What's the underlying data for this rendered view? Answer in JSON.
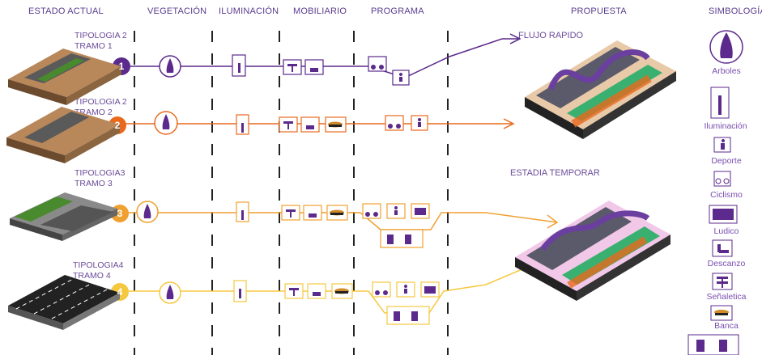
{
  "headers": {
    "estado": "ESTADO ACTUAL",
    "vegetacion": "VEGETACIÓN",
    "iluminacion": "ILUMINACIÓN",
    "mobiliario": "MOBILIARIO",
    "programa": "PROGRAMA",
    "propuesta": "PROPUESTA",
    "simbologia": "SIMBOLOGÍA"
  },
  "rows": [
    {
      "num": "1",
      "label1": "TIPOLOGIA 2",
      "label2": "TRAMO 1",
      "color": "#5b2a8c"
    },
    {
      "num": "2",
      "label1": "TIPOLOGIA 2",
      "label2": "TRAMO 2",
      "color": "#e8691e"
    },
    {
      "num": "3",
      "label1": "TIPOLOGIA3",
      "label2": "TRAMO 3",
      "color": "#f0a030"
    },
    {
      "num": "4",
      "label1": "TIPOLOGIA4",
      "label2": "TRAMO 4",
      "color": "#f5c842"
    }
  ],
  "proposals": {
    "flujo": "FLUJO RAPIDO",
    "estadia": "ESTADIA TEMPORAR"
  },
  "legend": [
    {
      "label": "Arboles",
      "icon": "tree-icon"
    },
    {
      "label": "Iluminación",
      "icon": "streetlight-icon"
    },
    {
      "label": "Deporte",
      "icon": "runner-icon"
    },
    {
      "label": "Ciclismo",
      "icon": "bicycle-icon"
    },
    {
      "label": "Ludico",
      "icon": "play-icon"
    },
    {
      "label": "Descanzo",
      "icon": "bench-sit-icon"
    },
    {
      "label": "Señaletica",
      "icon": "signpost-icon"
    },
    {
      "label": "Banca",
      "icon": "bench-icon"
    }
  ],
  "colors": {
    "purple": "#5b2a8c",
    "orange": "#e8691e",
    "lightorange": "#f0a030",
    "yellow": "#f5c842",
    "dash": "#222222"
  }
}
